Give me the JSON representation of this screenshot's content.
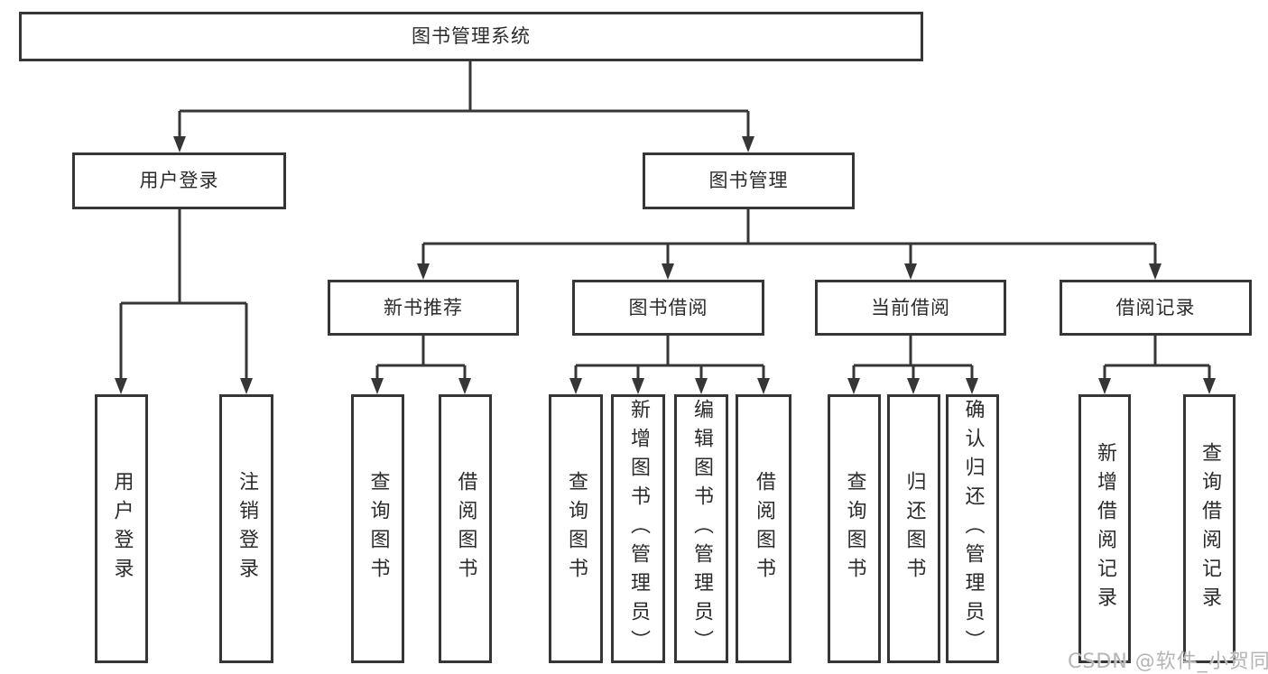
{
  "colors": {
    "line": "#363636",
    "text": "#2b2b2b",
    "background": "#ffffff",
    "watermark": "#b5b5b5"
  },
  "diagram": {
    "root": {
      "label": "图书管理系统"
    },
    "branches": [
      {
        "label": "用户登录",
        "leaves": [
          {
            "label": "用户登录"
          },
          {
            "label": "注销登录"
          }
        ]
      },
      {
        "label": "图书管理",
        "groups": [
          {
            "label": "新书推荐",
            "leaves": [
              {
                "label": "查询图书"
              },
              {
                "label": "借阅图书"
              }
            ]
          },
          {
            "label": "图书借阅",
            "leaves": [
              {
                "label": "查询图书"
              },
              {
                "label": "新增图书（管理员）"
              },
              {
                "label": "编辑图书（管理员）"
              },
              {
                "label": "借阅图书"
              }
            ]
          },
          {
            "label": "当前借阅",
            "leaves": [
              {
                "label": "查询图书"
              },
              {
                "label": "归还图书"
              },
              {
                "label": "确认归还（管理员）"
              }
            ]
          },
          {
            "label": "借阅记录",
            "leaves": [
              {
                "label": "新增借阅记录"
              },
              {
                "label": "查询借阅记录"
              }
            ]
          }
        ]
      }
    ]
  },
  "watermark": {
    "text": "CSDN @软件_小贺同学"
  }
}
